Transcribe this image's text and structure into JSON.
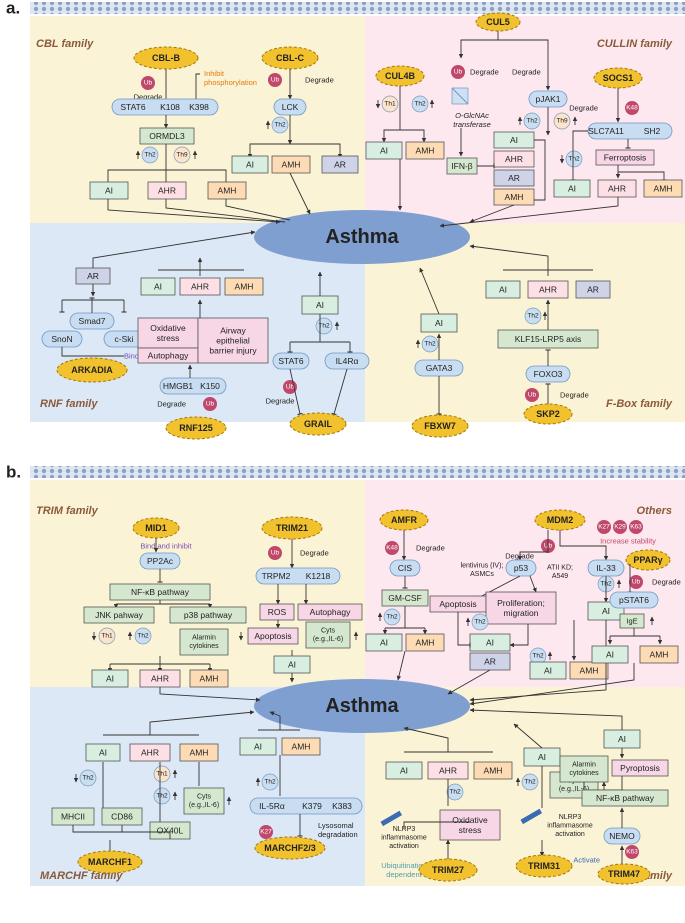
{
  "panels": [
    {
      "label": "a.",
      "center": "Asthma",
      "quadrants": [
        "CBL family",
        "CULLIN family",
        "RNF family",
        "F-Box family"
      ],
      "texts": {
        "cblb": "CBL-B",
        "cblc": "CBL-C",
        "cul5": "CUL5",
        "cul4b": "CUL4B",
        "socs1": "SOCS1",
        "arkadia": "ARKADIA",
        "rnf125": "RNF125",
        "grail": "GRAIL",
        "fbxw7": "FBXW7",
        "skp2": "SKP2",
        "ub": "Ub",
        "degrade": "Degrade",
        "inhibit_phos": [
          "Inhibit",
          "phosphorylation"
        ],
        "stat6": "STAT6",
        "k108": "K108",
        "k398": "K398",
        "ormdl3": "ORMDL3",
        "th2": "Th2",
        "th9": "Th9",
        "th1": "Th1",
        "ai": "AI",
        "ahr": "AHR",
        "amh": "AMH",
        "ar": "AR",
        "lck": "LCK",
        "pjak1": "pJAK1",
        "oglcnac": [
          "O-GlcNAc",
          "transferase"
        ],
        "ifnb": "IFN-β",
        "k48": "K48",
        "slc7a11": "SLC7A11",
        "sh2": "SH2",
        "ferroptosis": "Ferroptosis",
        "smad7": "Smad7",
        "snon": "SnoN",
        "cski": "c-Ski",
        "bind_inhibit": "Bind and inhibit",
        "oxidative_stress": [
          "Oxidative",
          "stress"
        ],
        "autophagy": "Autophagy",
        "airway_injury": [
          "Airway",
          "epithelial",
          "barrier injury"
        ],
        "hmgb1": "HMGB1",
        "k150": "K150",
        "il4ra": "IL4Rα",
        "gata3": "GATA3",
        "klf15": "KLF15-LRP5 axis",
        "foxo3": "FOXO3"
      }
    },
    {
      "label": "b.",
      "center": "Asthma",
      "quadrants": [
        "TRIM family",
        "Others",
        "MARCHF family",
        "TRIM family"
      ],
      "texts": {
        "mid1": "MID1",
        "trim21": "TRIM21",
        "amfr": "AMFR",
        "mdm2": "MDM2",
        "ppary": "PPARγ",
        "marchf1": "MARCHF1",
        "marchf23": "MARCHF2/3",
        "trim27": "TRIM27",
        "trim31": "TRIM31",
        "trim47": "TRIM47",
        "ub": "Ub",
        "degrade": "Degrade",
        "bind_inhibit": "Bind and inhibit",
        "pp2ac": "PP2Ac",
        "nfkb": "NF-κB pathway",
        "jnk": "JNK pahway",
        "p38": "p38 pathway",
        "alarmin": [
          "Alarmin",
          "cytokines"
        ],
        "th1": "Th1",
        "th2": "Th2",
        "ai": "AI",
        "ahr": "AHR",
        "amh": "AMH",
        "ar": "AR",
        "trpm2": "TRPM2",
        "k1218": "K1218",
        "ros": "ROS",
        "autophagy": "Autophagy",
        "apoptosis": "Apoptosis",
        "cyts": [
          "Cyts",
          "(e.g.,IL-6)"
        ],
        "k48": "K48",
        "cis": "CIS",
        "gmcsf": "GM-CSF",
        "k27": "K27",
        "k29": "K29",
        "k63": "K63",
        "increase_stab": "Increase stability",
        "p53": "p53",
        "il33": "IL-33",
        "pstat6": "pSTAT6",
        "ige": "IgE",
        "lentivirus": [
          "lentivirus (IV);",
          "ASMCs"
        ],
        "atii": [
          "ATII KD;",
          "A549"
        ],
        "prolif": [
          "Proliferation;",
          "migration"
        ],
        "mhcii": "MHCII",
        "cd86": "CD86",
        "ox40l": "OX40L",
        "il5ra": "IL-5Rα",
        "k379": "K379",
        "k383": "K383",
        "lyso": [
          "Lysosomal",
          "degradation"
        ],
        "nlrp3": [
          "NLRP3",
          "inflammasome",
          "activation"
        ],
        "oxidative_stress": [
          "Oxidative",
          "stress"
        ],
        "ubiq_dep": [
          "Ubiquitination",
          "dependent"
        ],
        "pyroptosis": "Pyroptosis",
        "nfkb2": "NF-κB  pathway",
        "nemo": "NEMO",
        "activate": "Activate"
      }
    }
  ]
}
